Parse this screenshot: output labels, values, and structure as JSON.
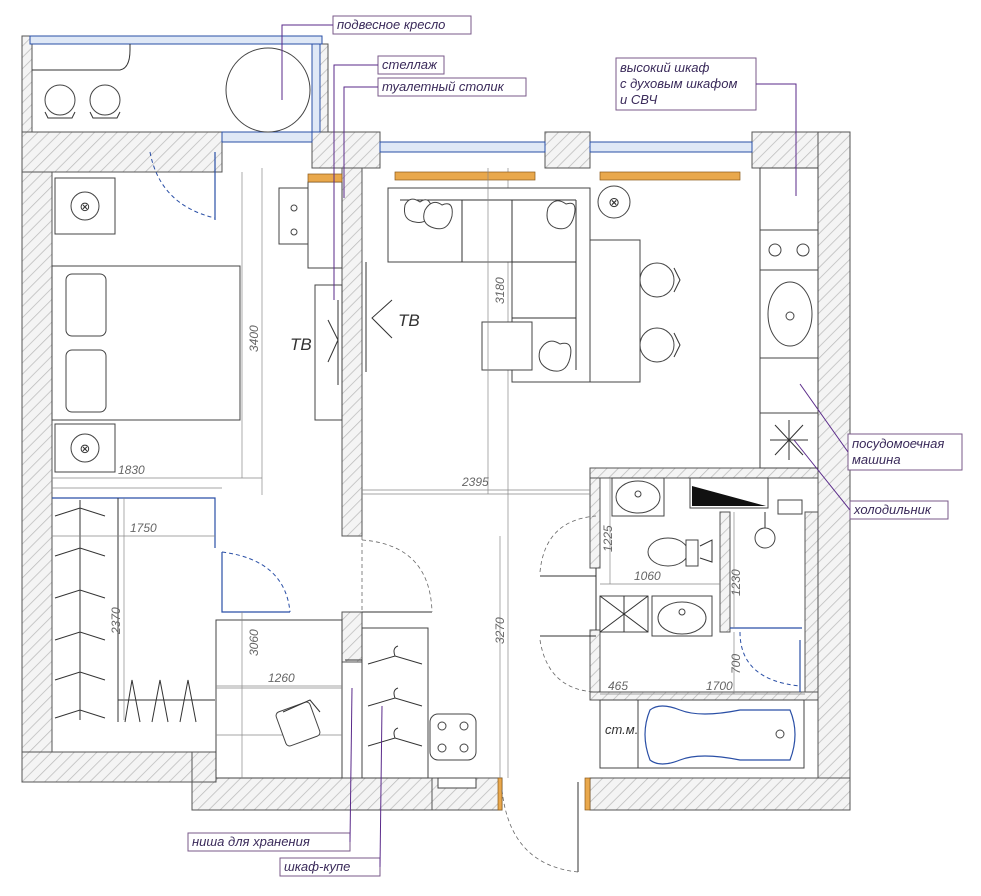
{
  "callouts": {
    "hanging_chair": "подвесное кресло",
    "rack": "стеллаж",
    "dressing_table": "туалетный столик",
    "tall_cabinet_1": "высокий шкаф",
    "tall_cabinet_2": "с духовым шкафом",
    "tall_cabinet_3": "и СВЧ",
    "dishwasher_1": "посудомоечная",
    "dishwasher_2": "машина",
    "fridge": "холодильник",
    "storage_niche": "ниша для хранения",
    "wardrobe": "шкаф-купе"
  },
  "tv_labels": {
    "left": "ТВ",
    "right": "ТВ"
  },
  "washing_machine_label": "ст.м.",
  "dimensions": {
    "bedroom_height": "3400",
    "bedroom_width": "1830",
    "closet_width": "1750",
    "closet_height": "2370",
    "hall_height": "3060",
    "desk_width": "1260",
    "living_height": "3180",
    "living_width": "2395",
    "corridor_height": "3270",
    "wc_height": "1225",
    "wc_width": "1060",
    "bath_height": "1230",
    "bath_small_height": "700",
    "bath_left": "465",
    "bath_width": "1700"
  }
}
